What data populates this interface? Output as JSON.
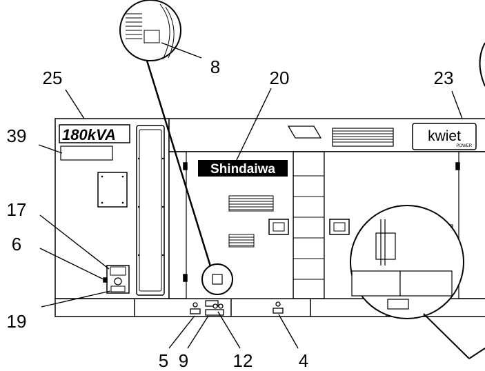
{
  "diagram": {
    "callouts": [
      "25",
      "39",
      "17",
      "6",
      "19",
      "8",
      "20",
      "23",
      "5",
      "9",
      "12",
      "4"
    ],
    "panel_labels": {
      "capacity": "180kVA",
      "engine_brand": "Shindaiwa",
      "generator_brand": "kwiet",
      "generator_sub": "POWER"
    }
  }
}
